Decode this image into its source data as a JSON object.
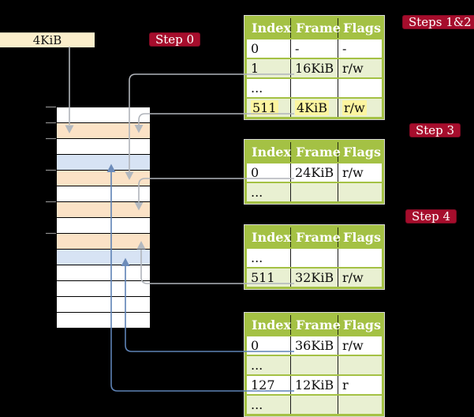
{
  "address_box": {
    "label": "4KiB"
  },
  "steps": {
    "s0": "Step 0",
    "s12": "Steps 1&2",
    "s3": "Step 3",
    "s4": "Step 4"
  },
  "memory": {
    "rows": [
      {
        "kind": "empty"
      },
      {
        "kind": "pagetable"
      },
      {
        "kind": "empty"
      },
      {
        "kind": "mapped"
      },
      {
        "kind": "pagetable"
      },
      {
        "kind": "empty"
      },
      {
        "kind": "pagetable"
      },
      {
        "kind": "empty"
      },
      {
        "kind": "pagetable"
      },
      {
        "kind": "mapped"
      },
      {
        "kind": "empty"
      },
      {
        "kind": "empty"
      },
      {
        "kind": "empty"
      },
      {
        "kind": "empty"
      }
    ]
  },
  "tables": [
    {
      "headers": [
        "Index",
        "Frame",
        "Flags"
      ],
      "rows": [
        {
          "cells": [
            "0",
            "-",
            "-"
          ],
          "highlight": false
        },
        {
          "cells": [
            "1",
            "16KiB",
            "r/w"
          ],
          "highlight": false
        },
        {
          "cells": [
            "...",
            "",
            ""
          ],
          "highlight": false
        },
        {
          "cells": [
            "511",
            "4KiB",
            "r/w"
          ],
          "highlight": true
        }
      ]
    },
    {
      "headers": [
        "Index",
        "Frame",
        "Flags"
      ],
      "rows": [
        {
          "cells": [
            "0",
            "24KiB",
            "r/w"
          ],
          "highlight": false
        },
        {
          "cells": [
            "...",
            "",
            ""
          ],
          "highlight": false
        }
      ]
    },
    {
      "headers": [
        "Index",
        "Frame",
        "Flags"
      ],
      "rows": [
        {
          "cells": [
            "...",
            "",
            ""
          ],
          "highlight": false
        },
        {
          "cells": [
            "511",
            "32KiB",
            "r/w"
          ],
          "highlight": false
        }
      ]
    },
    {
      "headers": [
        "Index",
        "Frame",
        "Flags"
      ],
      "rows": [
        {
          "cells": [
            "0",
            "36KiB",
            "r/w"
          ],
          "highlight": false
        },
        {
          "cells": [
            "...",
            "",
            ""
          ],
          "highlight": false
        },
        {
          "cells": [
            "127",
            "12KiB",
            "r"
          ],
          "highlight": false
        },
        {
          "cells": [
            "...",
            "",
            ""
          ],
          "highlight": false
        }
      ]
    }
  ],
  "colors": {
    "step_badge": "#a60d2c",
    "table_green": "#a4c144",
    "table_row_green": "#e9f0d2",
    "highlight_yellow": "#fcf5a0",
    "pagetable_row": "#fbe2c6",
    "mapped_row": "#d7e3f4",
    "address_box": "#fbeecb",
    "gray_arrow": "#b0b4ba",
    "blue_arrow": "#5e82b5"
  }
}
